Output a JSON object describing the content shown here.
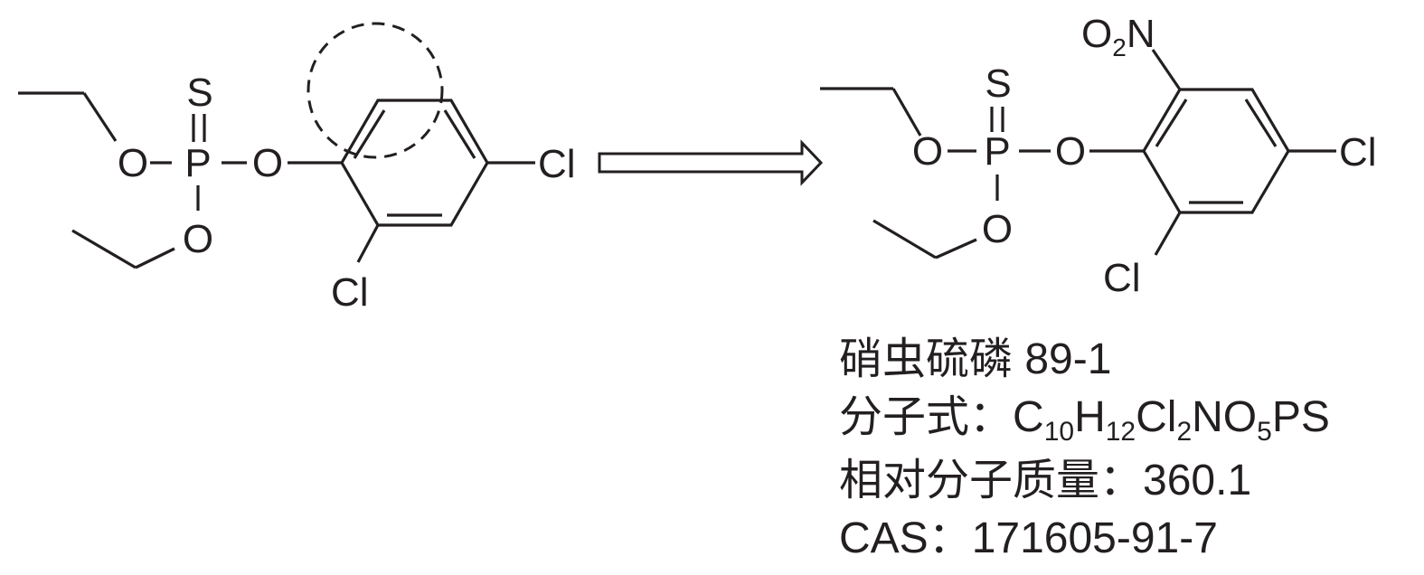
{
  "reactant": {
    "atoms": {
      "s": "S",
      "p": "P",
      "o_left": "O",
      "o_bottom": "O",
      "o_right": "O",
      "cl_para": "Cl",
      "cl_ortho": "Cl"
    }
  },
  "product": {
    "atoms": {
      "s": "S",
      "p": "P",
      "o_left": "O",
      "o_bottom": "O",
      "o_right": "O",
      "cl_para": "Cl",
      "cl_ortho": "Cl",
      "nitro_o": "O",
      "nitro_o_count": "2",
      "nitro_n": "N"
    }
  },
  "info": {
    "name": "硝虫硫磷 89-1",
    "formula_label": "分子式：",
    "formula": [
      {
        "t": "C"
      },
      {
        "t": "10",
        "sub": true
      },
      {
        "t": "H"
      },
      {
        "t": "12",
        "sub": true
      },
      {
        "t": "Cl"
      },
      {
        "t": "2",
        "sub": true
      },
      {
        "t": "NO"
      },
      {
        "t": "5",
        "sub": true
      },
      {
        "t": "PS"
      }
    ],
    "mass_label": "相对分子质量：",
    "mass_value": "360.1",
    "cas_label": "CAS：",
    "cas_value": "171605-91-7"
  },
  "colors": {
    "ink": "#231f20",
    "background": "#ffffff"
  }
}
